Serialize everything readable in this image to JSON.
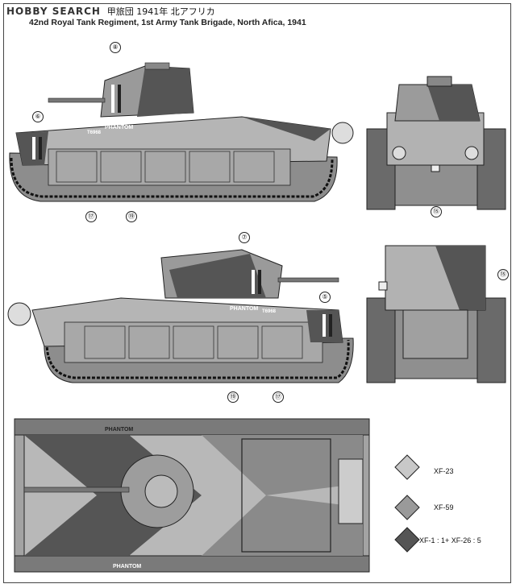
{
  "header": {
    "watermark": "HOBBY SEARCH",
    "japanese_title": "甲旅団 1941年 北アフリカ",
    "subtitle": "42nd Royal Tank Regiment, 1st Army Tank Brigade, North Afica, 1941"
  },
  "callouts": {
    "n8": "⑧",
    "n6": "⑥",
    "n17a": "⑰",
    "n19a": "⑲",
    "n15a": "⑮",
    "n7": "⑦",
    "n5": "⑤",
    "n19b": "⑲",
    "n17b": "⑰",
    "n15b": "⑮"
  },
  "decals": {
    "name_top": "PHANTOM",
    "reg_top": "T6968",
    "name_mid": "PHANTOM",
    "reg_mid": "T6968",
    "name_plan_top": "PHANTOM",
    "name_plan_bottom": "PHANTOM"
  },
  "legend": [
    {
      "label": "XF-23",
      "color": "#c8c8c8"
    },
    {
      "label": "XF-59",
      "color": "#9a9a9a"
    },
    {
      "label": "XF-1 : 1+ XF-26 : 5",
      "color": "#555555"
    }
  ]
}
